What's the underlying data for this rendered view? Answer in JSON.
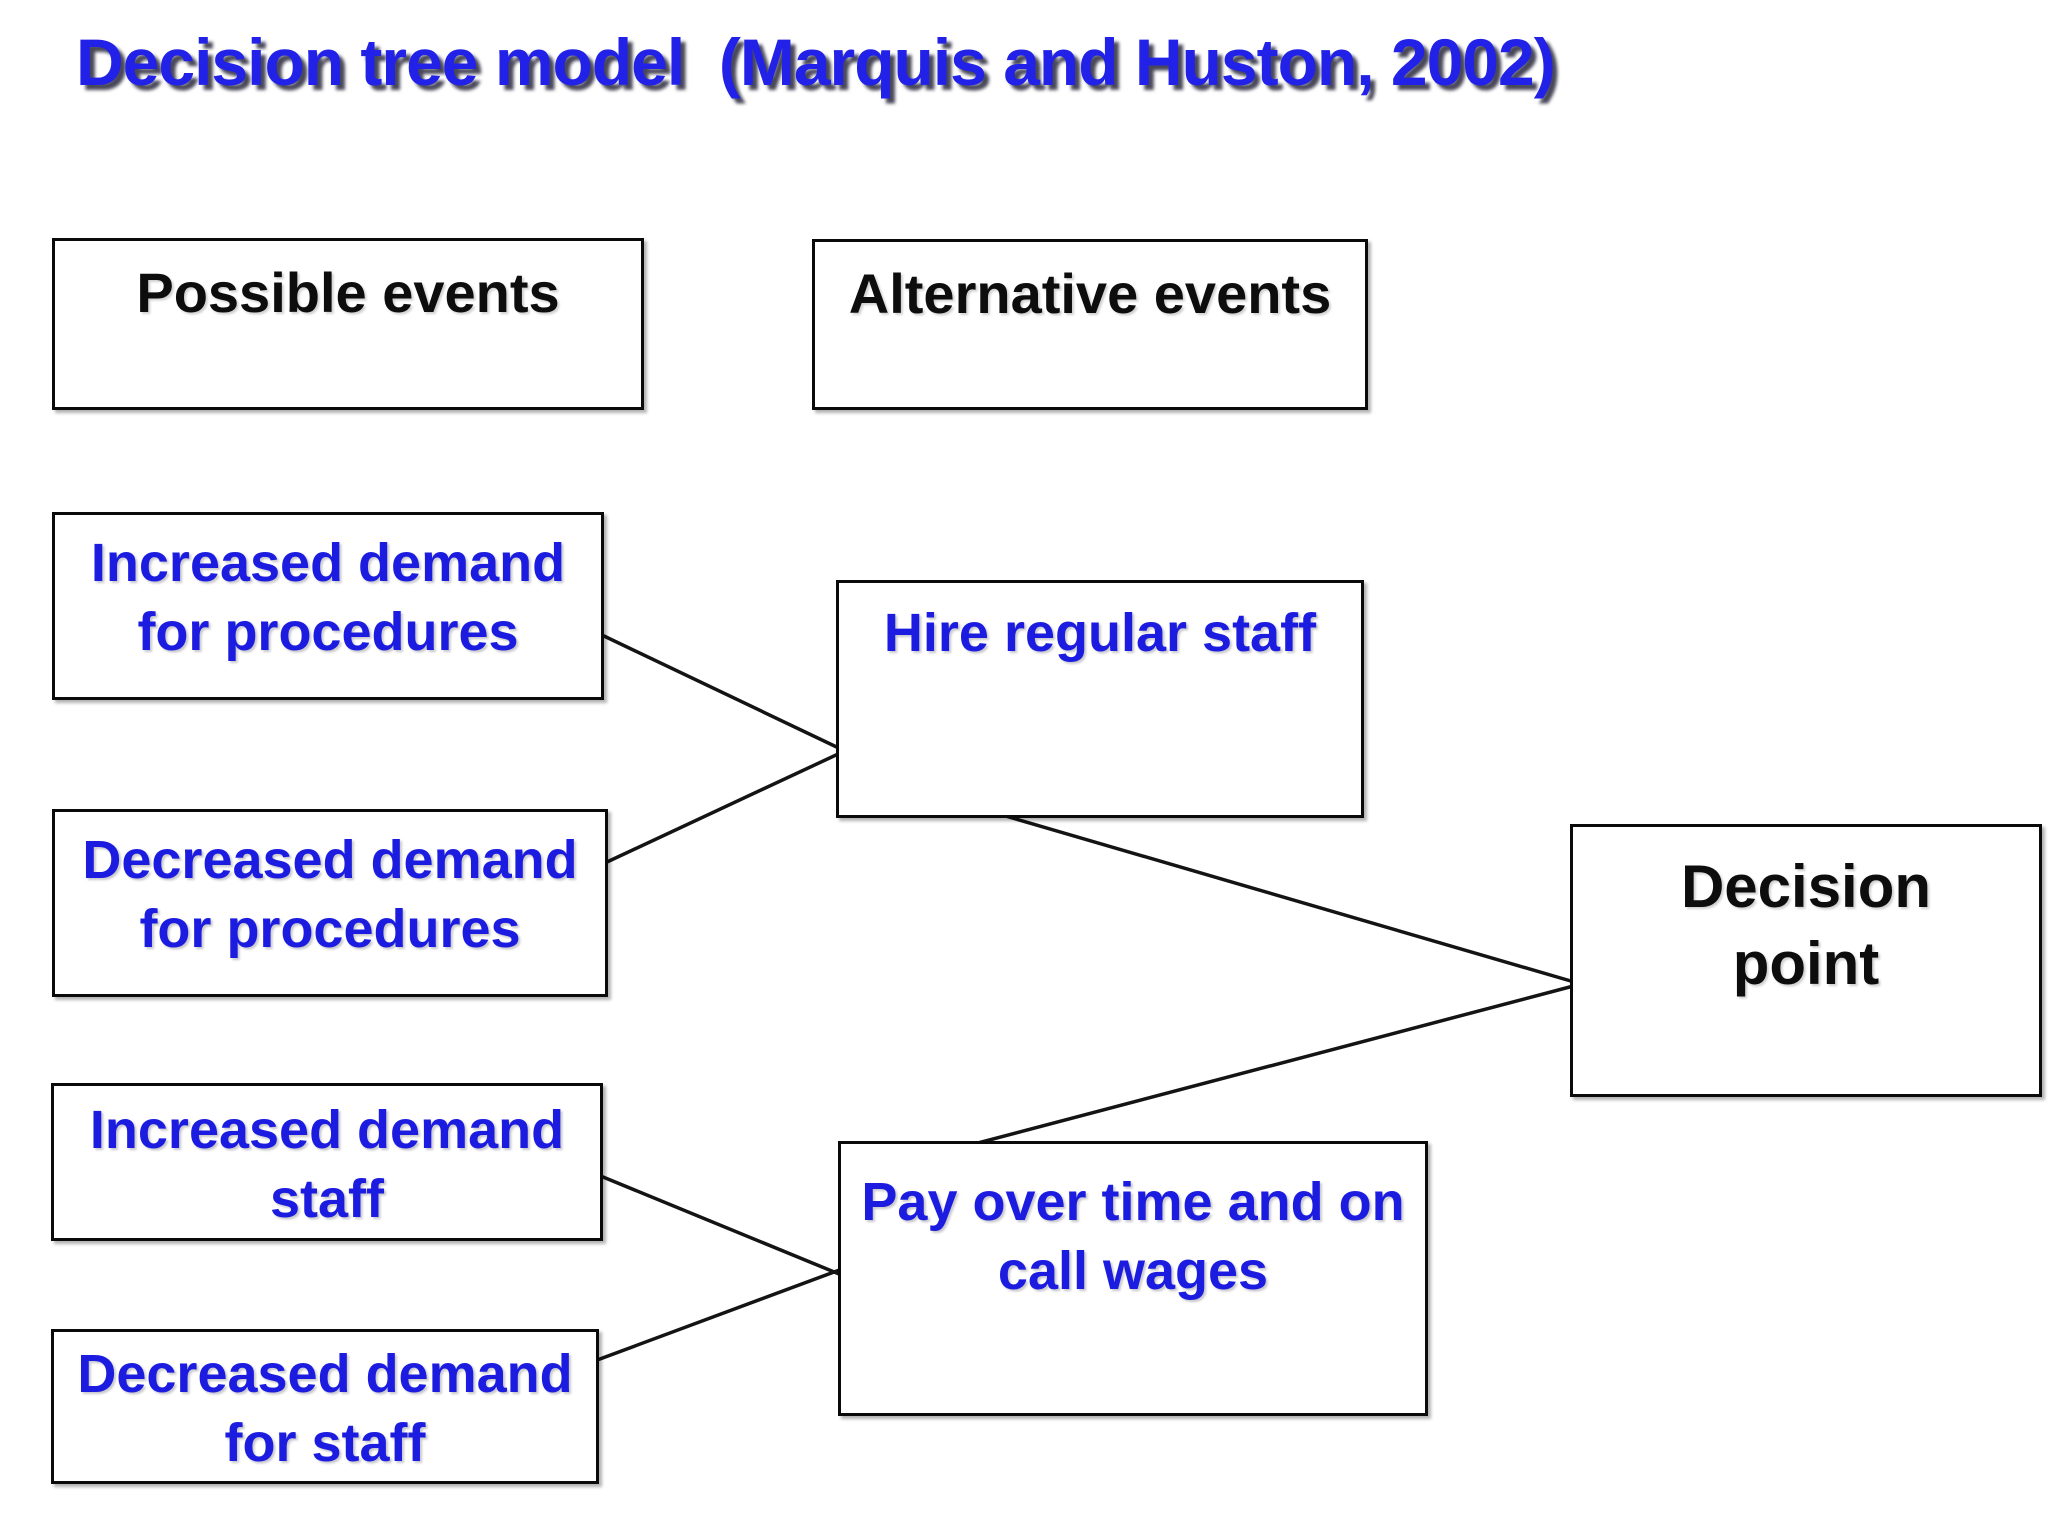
{
  "title": {
    "text": "Decision tree model  (Marquis and Huston, 2002)"
  },
  "colors": {
    "background": "#ffffff",
    "title_blue": "#2121e8",
    "label_blue": "#1c1ce0",
    "label_black": "#0d0d0d",
    "box_border": "#0a0a0a",
    "connector": "#141414"
  },
  "boxes": {
    "possible_events": {
      "label": "Possible events"
    },
    "alternative_events": {
      "label": "Alternative events"
    },
    "increased_procedures": {
      "label": "Increased demand for procedures"
    },
    "hire_staff": {
      "label": "Hire regular staff"
    },
    "decreased_procedures": {
      "label": "Decreased demand for procedures"
    },
    "decision_point": {
      "label": "Decision point"
    },
    "increased_staff": {
      "label": "Increased demand staff"
    },
    "pay_overtime": {
      "label": "Pay over time and on call wages"
    },
    "decreased_staff": {
      "label": "Decreased demand for staff"
    }
  },
  "edges": [
    {
      "from": "increased_procedures",
      "to": "hire_staff"
    },
    {
      "from": "decreased_procedures",
      "to": "hire_staff"
    },
    {
      "from": "hire_staff",
      "to": "decision_point"
    },
    {
      "from": "decision_point",
      "to": "pay_overtime"
    },
    {
      "from": "increased_staff",
      "to": "pay_overtime"
    },
    {
      "from": "decreased_staff",
      "to": "pay_overtime"
    }
  ]
}
